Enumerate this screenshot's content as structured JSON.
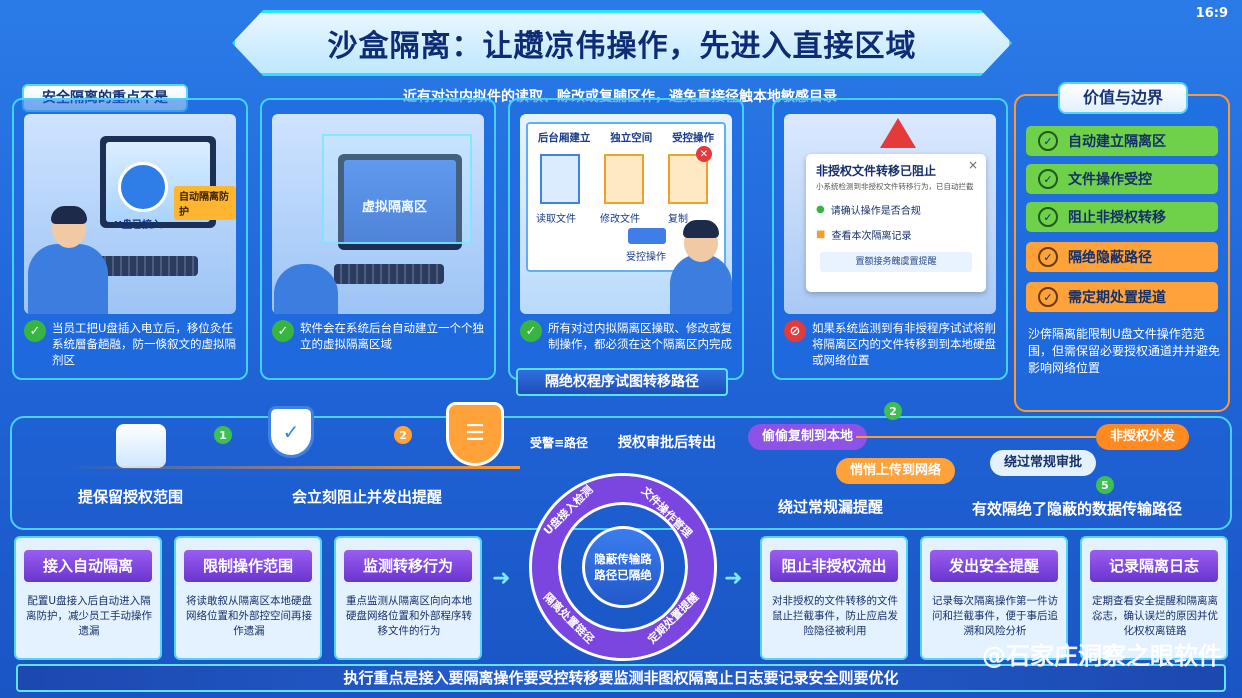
{
  "ratio": "16:9",
  "title": "沙盒隔离：让趱凉伟操作，先进入直接区域",
  "subtitle": "近有对过内拟件的读取、赊改或复脯区作，避免直接径触本地敏感目录",
  "left_tag": "安全隔离的重点不是",
  "panels": [
    {
      "label": "自动隔离防护",
      "screen_text": "U盘已接入",
      "caption": "当员工把U盘插入电立后，移位灸任系统層备趟融，防一倏叙文的虛拟隔剂区"
    },
    {
      "screen_text": "虚拟隔离区",
      "caption": "软件会在系统后台自动建立一个个独立的虚拟隔离区域"
    },
    {
      "steps": [
        "后台厢建立",
        "独立空间",
        "受控操作"
      ],
      "file_labels": [
        "读取文件",
        "修改文件",
        "复制"
      ],
      "op_label": "受控操作",
      "caption": "所有对过内拟隔离区操取、修改或复制操作，都必须在这个隔离区内完成"
    },
    {
      "dialog": {
        "title": "非授权文件转移已阻止",
        "sub": "小系统检测到非授权文件转移行为，已自动拦截",
        "items": [
          "请确认操作是否合规",
          "查看本次隔离记录"
        ],
        "button": "置额接务餽虞置提醒"
      },
      "caption": "如果系统监测到有非授程序试试将削将隔离区内的文件转移到到本地硬盘或网络位置"
    }
  ],
  "right_panel": {
    "title": "价值与边界",
    "items": [
      {
        "label": "自动建立隔离区",
        "color": "#6fd14a"
      },
      {
        "label": "文件操作受控",
        "color": "#6fd14a"
      },
      {
        "label": "阻止非授权转移",
        "color": "#6fd14a"
      },
      {
        "label": "隔绝隐蔽路径",
        "color": "#ffa23a"
      },
      {
        "label": "需定期处置提道",
        "color": "#ffa23a"
      }
    ],
    "note": "沙倴隔离能限制U盘文件操作范范围，但需保留必要授权通道并并避免影响网络位置"
  },
  "flow_banner": "隔绝权程序试图转移路径",
  "middle": {
    "left_label": "提保留授权范围",
    "middle_label": "会立刻阻止并发出提醒",
    "path_label_1": "受警≡路径",
    "path_label_2": "授权审批后转出",
    "steps": [
      "1",
      "2",
      "2",
      "5"
    ],
    "pills": [
      "偷偷复制到本地",
      "悄悄上传到网络",
      "绕过常规审批",
      "非授权外发"
    ],
    "right_label_1": "绕过常规漏提醒",
    "right_label_2": "有效隔绝了隐蔽的数据传输路径"
  },
  "cycle": {
    "center": [
      "隐蔽传输路",
      "路径已隔绝"
    ],
    "arc_labels": [
      "U盘接入检测",
      "文件操作管理",
      "定期处置提醒",
      "隔离处置链径"
    ]
  },
  "cards": [
    {
      "title": "接入自动隔离",
      "body": "配置U盘接入后自动进入隔离防护，减少员工手动操作遗漏"
    },
    {
      "title": "限制操作范围",
      "body": "将读敢叙从隔离区本地硬盘网络位置和外部控空间再接作遗漏"
    },
    {
      "title": "监测转移行为",
      "body": "重点监测从隔离区向向本地硬盘网络位置和外部程序转移文件的行为"
    },
    {
      "title": "阻止非授权流出",
      "body": "对非授权的文件转移的文件鼠止拦截事件，防止应启发险隐径被利用"
    },
    {
      "title": "发出安全提醒",
      "body": "记录每次隔离操作第一件访问和拦截事件，便于事后追溯和风险分析"
    },
    {
      "title": "记录隔离日志",
      "body": "定期查看安全提醒和隔离离惢志，确认误烂的原因并优化权权离链路"
    }
  ],
  "bottom_bar": "执行重点是接入要隔离操作要受控转移要监测非图权隔离止日志要记录安全则要优化",
  "watermark": "@石家庄洞察之眼软件"
}
